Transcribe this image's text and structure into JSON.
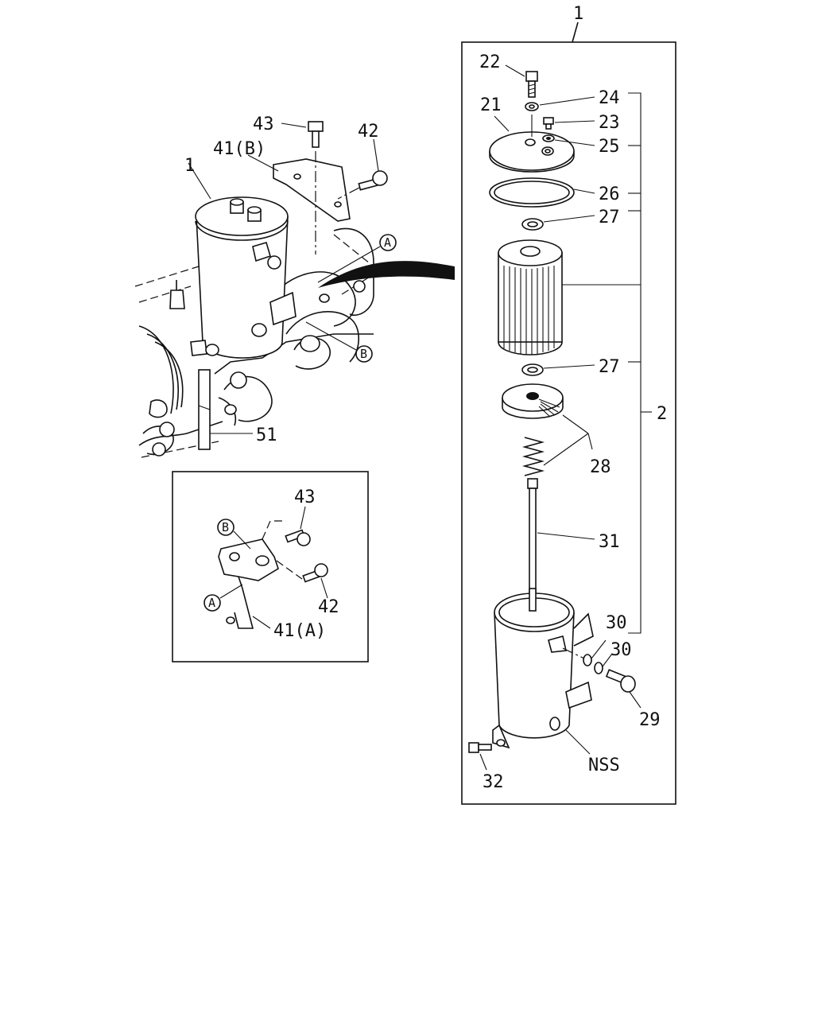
{
  "callouts": {
    "c1_top": "1",
    "c22": "22",
    "c21": "21",
    "c24": "24",
    "c23": "23",
    "c25": "25",
    "c26": "26",
    "c27a": "27",
    "c27b": "27",
    "c2": "2",
    "c28": "28",
    "c31": "31",
    "c30a": "30",
    "c30b": "30",
    "c29": "29",
    "cNSS": "NSS",
    "c32": "32",
    "c43": "43",
    "c42": "42",
    "c41b": "41(B)",
    "c1_left": "1",
    "c51": "51",
    "cA": "A",
    "cB": "B"
  },
  "inset": {
    "c43": "43",
    "cB": "B",
    "c42": "42",
    "cA": "A",
    "c41a": "41(A)"
  }
}
